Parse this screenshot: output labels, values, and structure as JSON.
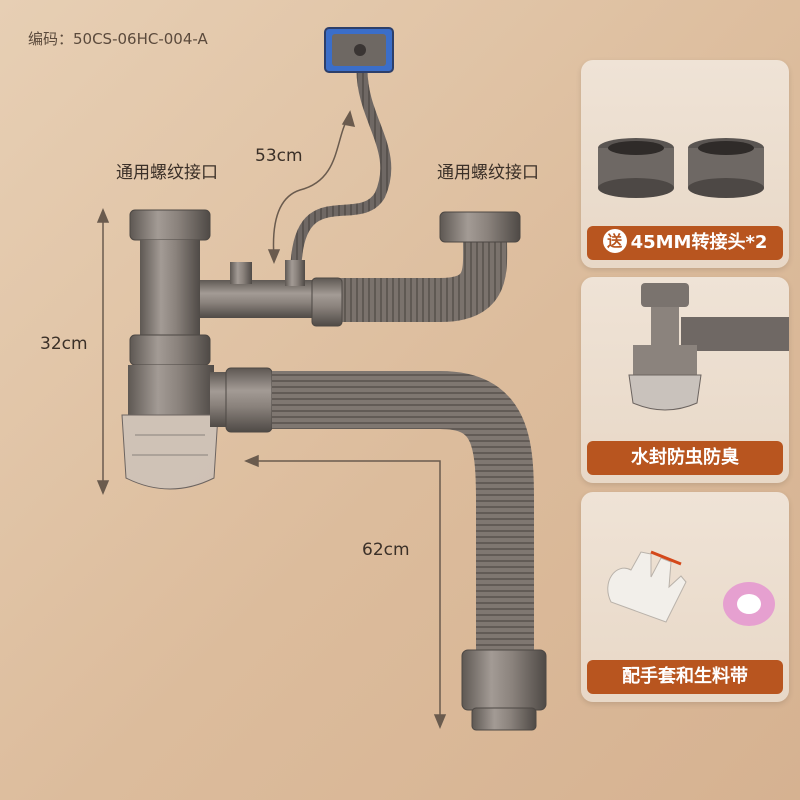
{
  "product_code": "编码：50CS-06HC-004-A",
  "labels": {
    "left_connector": "通用螺纹接口",
    "right_connector": "通用螺纹接口"
  },
  "dimensions": {
    "hose_length": "53cm",
    "height": "32cm",
    "drain_length": "62cm"
  },
  "cards": [
    {
      "badge": "送",
      "text": "45MM转接头*2"
    },
    {
      "text": "水封防虫防臭"
    },
    {
      "text": "配手套和生料带"
    }
  ],
  "colors": {
    "accent": "#b8551f",
    "background": "#dcbc9c",
    "pipe": "#7d7570"
  }
}
